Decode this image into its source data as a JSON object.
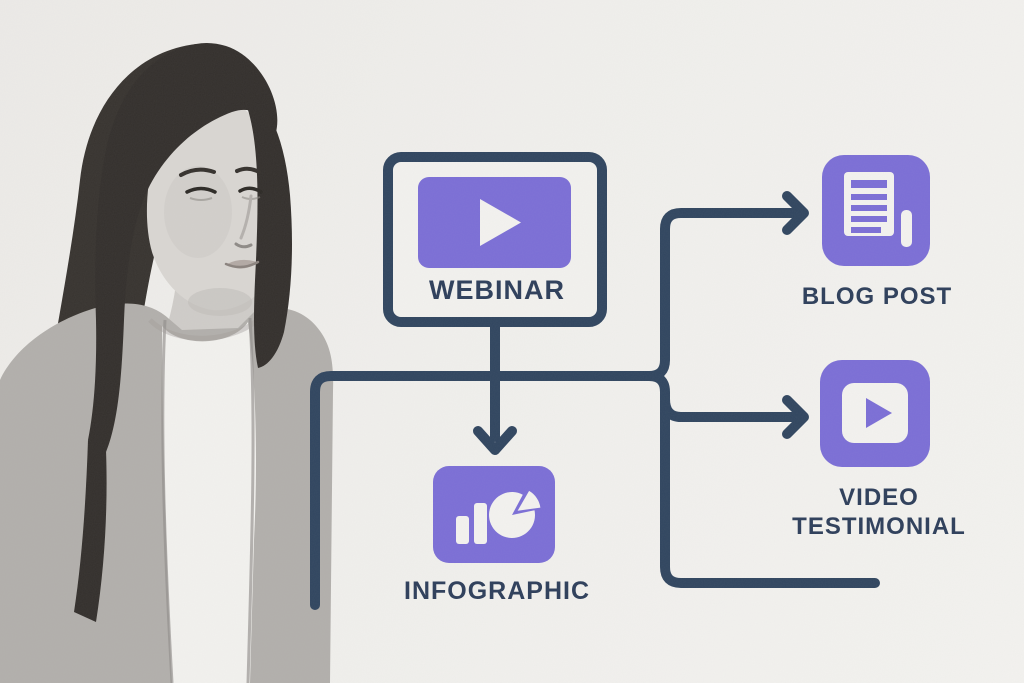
{
  "palette": {
    "background": "#f0efec",
    "connector_navy": "#30455f",
    "label_navy": "#2d3e5a",
    "accent_purple": "#7b6ed6",
    "icon_white": "#f3f2ef"
  },
  "photo": {
    "subject": "black-and-white portrait of a woman with long dark hair wearing a light blazer over a white top, facing right",
    "position": "left side"
  },
  "diagram": {
    "source": {
      "id": "webinar",
      "label": "WEBINAR",
      "icon": "video-play-icon"
    },
    "outputs": [
      {
        "id": "blog-post",
        "label": "BLOG POST",
        "icon": "article-document-icon"
      },
      {
        "id": "infographic",
        "label": "INFOGRAPHIC",
        "icon": "bar-and-pie-chart-icon"
      },
      {
        "id": "video-testimonial",
        "label_lines": [
          "VIDEO",
          "TESTIMONIAL"
        ],
        "icon": "video-play-icon"
      }
    ],
    "edges": [
      {
        "from": "webinar",
        "to": "blog-post"
      },
      {
        "from": "webinar",
        "to": "infographic"
      },
      {
        "from": "webinar",
        "to": "video-testimonial"
      }
    ]
  }
}
